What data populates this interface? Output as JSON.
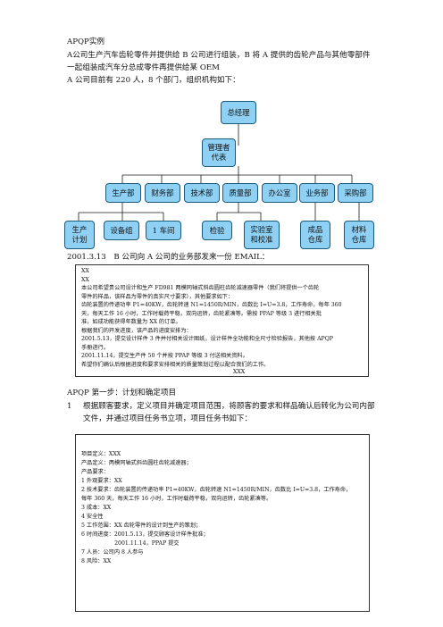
{
  "title": "APQP实例",
  "intro": {
    "line1": "A公司生产汽车齿轮零件并提供给 B 公司进行组装，B 将 A 提供的齿轮产品与其他零部件",
    "line2": "一起组装成汽车分总成零件再提供给某 OEM",
    "line3": "A 公司目前有 220 人，8 个部门，组织机构如下："
  },
  "org": {
    "ceo": "总经理",
    "rep_line1": "管理者",
    "rep_line2": "代表",
    "depts": [
      "生产部",
      "财务部",
      "技术部",
      "质量部",
      "办公室",
      "业务部",
      "采购部"
    ],
    "sub_prod": [
      [
        "生产",
        "计划"
      ],
      [
        "设备组",
        ""
      ],
      [
        "1 车间",
        ""
      ]
    ],
    "sub_quality": [
      [
        "检验",
        ""
      ],
      [
        "实验室",
        "和校准"
      ]
    ],
    "sub_sales": [
      [
        "成品",
        "仓库"
      ]
    ],
    "sub_purchase": [
      [
        "材料",
        "仓库"
      ]
    ]
  },
  "email_heading": "2001.3.13　B 公司向 A 公司的业务部发来一份 EMAIL：",
  "email_lines": [
    "XX",
    "XX",
    "本公司希望贵公司设计和生产 FD981 两模同轴式斜齿圆柱齿轮减速器零件（我们将提供一个齿轮",
    "零件的样品，该样品为零件的真实尺寸要求），其他要求如下：",
    "齿轮装置的传递功率 P1=40KW，齿轮转速 N1=1450R/MIN，齿数比 I=U=3.8，工作寿命，每年 360",
    "天，每天工作 16 小时，工作时载荷平稳，双向运转，齿轮紧凑等。需按 PPAP 等级 3 进行相关批",
    "准，如成功能获得年数量为 XX 的订单。",
    "根据我们的开发进度，该产品的进度安排为：",
    "2001.5.13，提交设计样件 3 件并付相关设计图纸，设计样件全功能和全尺寸检验报告，其他按 APQP",
    "手册进行。",
    "2001.11.14，提交生产件 50 个并按 PPAP 等级 3 付送相关资料。",
    "希望你们确认后根据进度和要求安排相关的质量策划过程以配合我们的工作。"
  ],
  "email_sign": "XXX",
  "step1_heading": "APQP 第一步：计划和确定项目",
  "step1_item_num": "1",
  "step1_item_line1": "根据顾客要求，定义项目并确定项目范围，将顾客的要求和样品确认后转化为公司内部",
  "step1_item_line2": "文件，并通过项目任务书立项，项目任务书如下：",
  "task_lines": [
    "项目定义：XXX",
    "产品定义：两模同轴式斜齿圆柱齿轮减速器；",
    "产品要求：",
    "1 外观要求：XX",
    "2 技术要求：齿轮装置的传递功率 P1=40KW，齿轮转速 N1=1450R/MIN，齿数比 I=U=3.8，工作寿命，",
    "每年 360 天，每天工作 16 小时，工作时载荷平稳，双向运转，齿轮紧凑等。",
    "3 成本：XX",
    "4 安全性",
    "5 工作范围：XX 齿轮零件的设计到生产的策划；",
    "6 时间进度：2001.5.13，提交顾客设计样件批准；",
    "　　　　　　2001.11.14，PPAP 提交",
    "7 人员：公司内 8 人参与",
    "8 风险：XX"
  ]
}
